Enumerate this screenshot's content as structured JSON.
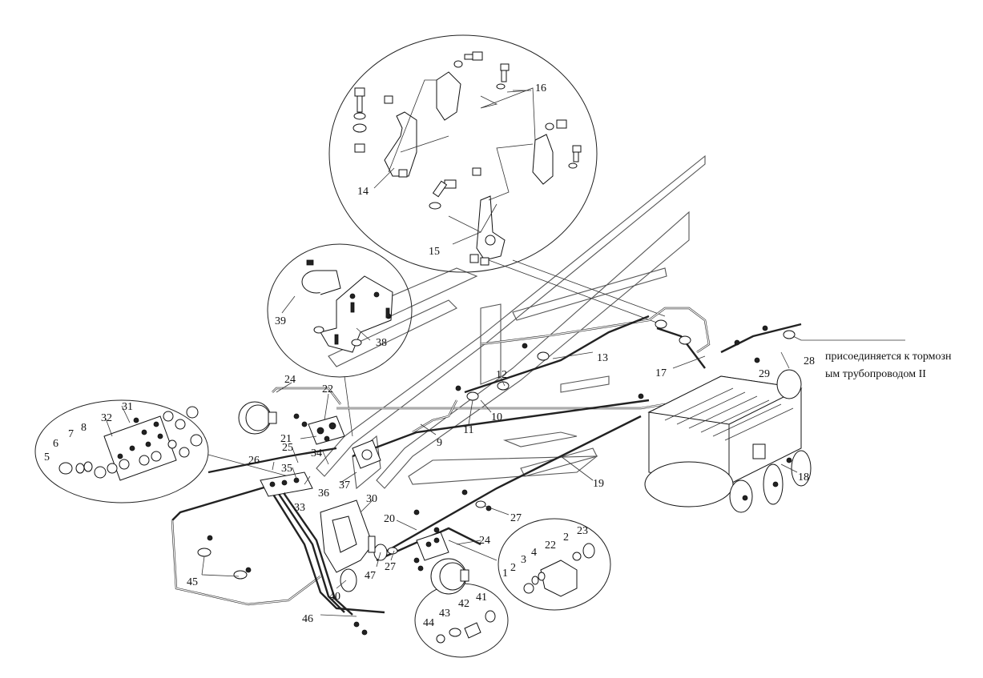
{
  "note": {
    "line1": "присоединяется к тормозн",
    "line2": "ым трубопроводом II"
  },
  "callouts": [
    "1",
    "2",
    "3",
    "4",
    "5",
    "6",
    "7",
    "8",
    "9",
    "10",
    "11",
    "12",
    "13",
    "14",
    "15",
    "16",
    "17",
    "18",
    "19",
    "20",
    "21",
    "22",
    "23",
    "24",
    "25",
    "26",
    "27",
    "28",
    "29",
    "30",
    "31",
    "32",
    "33",
    "34",
    "35",
    "36",
    "37",
    "38",
    "39",
    "40",
    "41",
    "42",
    "43",
    "44",
    "45",
    "46",
    "47"
  ],
  "labels": {
    "l14": "14",
    "l15": "15",
    "l16": "16",
    "l38": "38",
    "l39": "39",
    "l24a": "24",
    "l22a": "22",
    "l21": "21",
    "l25": "25",
    "l26": "26",
    "l34": "34",
    "l35": "35",
    "l36": "36",
    "l37": "37",
    "l33": "33",
    "l31": "31",
    "l32": "32",
    "l5": "5",
    "l6": "6",
    "l7": "7",
    "l8": "8",
    "l9": "9",
    "l10": "10",
    "l11": "11",
    "l12": "12",
    "l13": "13",
    "l17": "17",
    "l18": "18",
    "l19": "19",
    "l28": "28",
    "l29": "29",
    "l27a": "27",
    "l27b": "27",
    "l20": "20",
    "l24b": "24",
    "l30": "30",
    "l47": "47",
    "l40": "40",
    "l45": "45",
    "l46": "46",
    "l1": "1",
    "l2a": "2",
    "l3": "3",
    "l4": "4",
    "l22b": "22",
    "l2b": "2",
    "l23": "23",
    "l41": "41",
    "l42": "42",
    "l43": "43",
    "l44": "44"
  }
}
